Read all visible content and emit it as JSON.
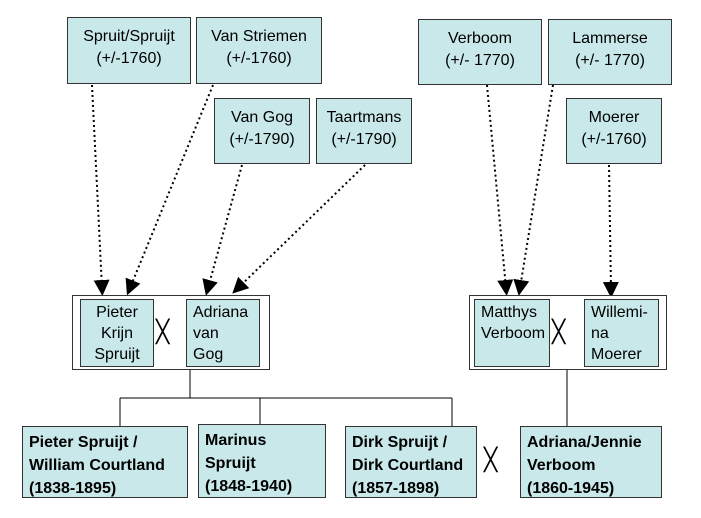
{
  "ancestors": {
    "spruit": [
      "Spruit/Spruijt",
      "(+/-1760)"
    ],
    "van_striemen": [
      "Van Striemen",
      "(+/-1760)"
    ],
    "verboom": [
      "Verboom",
      "(+/- 1770)"
    ],
    "lammerse": [
      "Lammerse",
      "(+/- 1770)"
    ],
    "van_gog": [
      "Van Gog",
      "(+/-1790)"
    ],
    "taartmans": [
      "Taartmans",
      "(+/-1790)"
    ],
    "moerer": [
      "Moerer",
      "(+/-1760)"
    ]
  },
  "couples": {
    "left": {
      "husband": [
        "Pieter",
        "Krijn",
        "Spruijt"
      ],
      "wife": [
        "Adriana",
        "van",
        "Gog"
      ]
    },
    "right": {
      "husband": [
        "Matthys",
        "Verboom"
      ],
      "wife": [
        "Willemi-",
        "na",
        "Moerer"
      ]
    }
  },
  "children": {
    "pieter": [
      "Pieter Spruijt /",
      "William Courtland",
      "(1838-1895)"
    ],
    "marinus": [
      "Marinus",
      "Spruijt",
      "(1848-1940)"
    ],
    "dirk": [
      "Dirk Spruijt /",
      "Dirk Courtland",
      "(1857-1898)"
    ],
    "adriana": [
      "Adriana/Jennie",
      "Verboom",
      "(1860-1945)"
    ]
  },
  "cross_glyph": "╳",
  "colors": {
    "box_fill": "#c9e8ea",
    "border": "#333333",
    "line": "#000000"
  }
}
